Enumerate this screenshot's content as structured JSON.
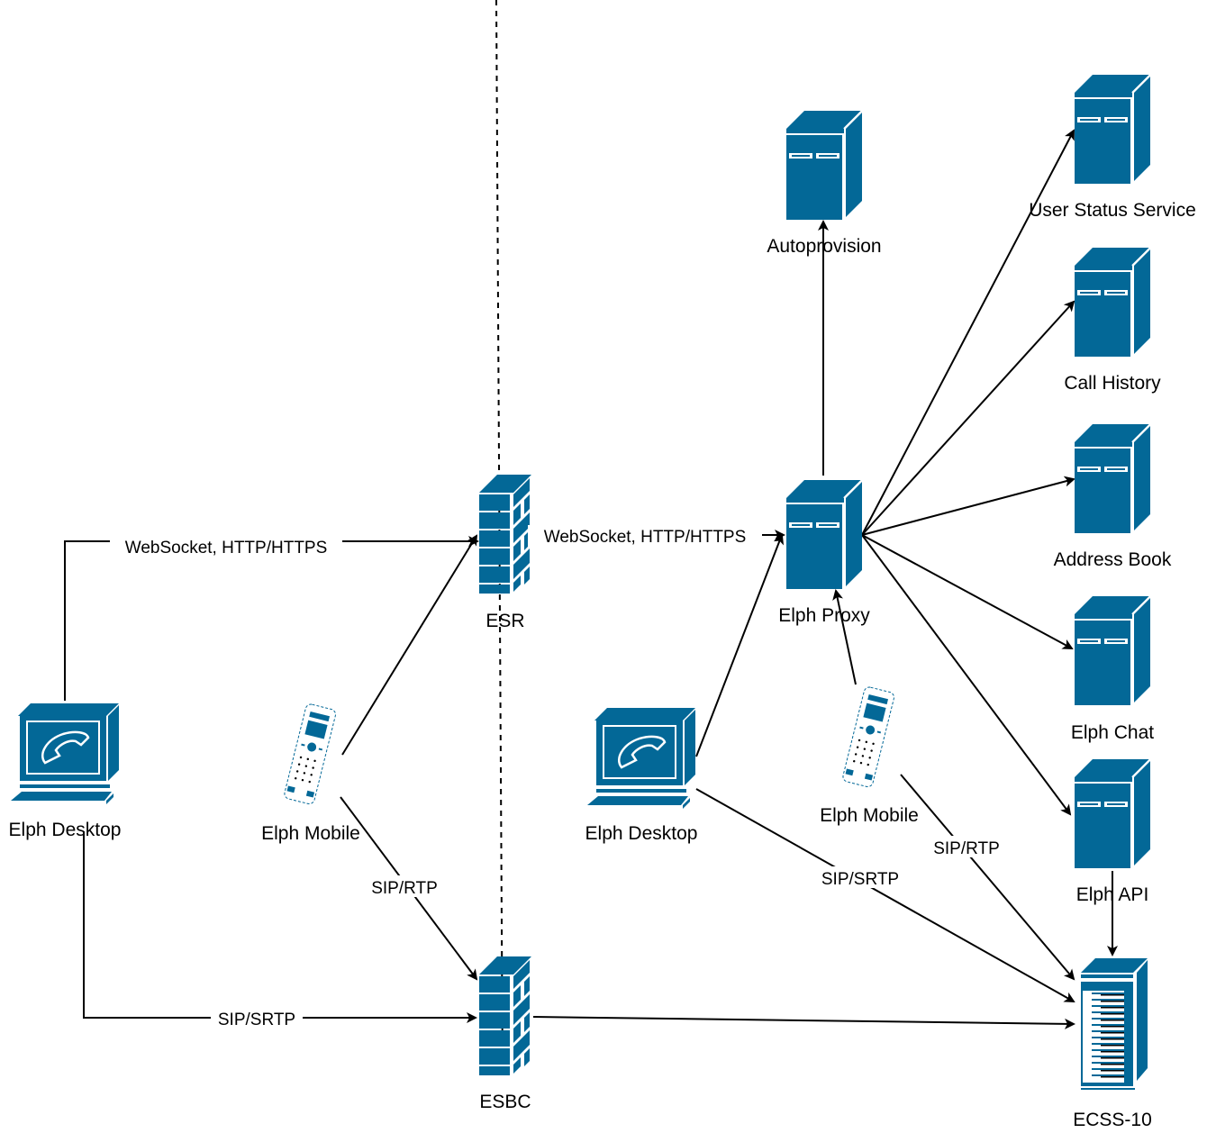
{
  "colors": {
    "icon_fill": "#036897",
    "line": "#000000",
    "background": "#ffffff"
  },
  "nodes": {
    "autoprovision": {
      "label": "Autoprovision",
      "icon": "server-icon"
    },
    "user_status": {
      "label": "User Status Service",
      "icon": "server-icon"
    },
    "call_history": {
      "label": "Call History",
      "icon": "server-icon"
    },
    "address_book": {
      "label": "Address Book",
      "icon": "server-icon"
    },
    "elph_chat": {
      "label": "Elph Chat",
      "icon": "server-icon"
    },
    "elph_api": {
      "label": "Elph API",
      "icon": "server-icon"
    },
    "elph_proxy": {
      "label": "Elph Proxy",
      "icon": "server-icon"
    },
    "esr": {
      "label": "ESR",
      "icon": "firewall-icon"
    },
    "esbc": {
      "label": "ESBC",
      "icon": "firewall-icon"
    },
    "ecss": {
      "label": "ECSS-10",
      "icon": "switch-rack-icon"
    },
    "desktop_left": {
      "label": "Elph Desktop",
      "icon": "ip-softphone-icon"
    },
    "desktop_mid": {
      "label": "Elph Desktop",
      "icon": "ip-softphone-icon"
    },
    "mobile_left": {
      "label": "Elph Mobile",
      "icon": "mobile-phone-icon"
    },
    "mobile_right": {
      "label": "Elph Mobile",
      "icon": "mobile-phone-icon"
    }
  },
  "edges": {
    "desktop_left_esr": {
      "label": "WebSocket, HTTP/HTTPS"
    },
    "esr_proxy": {
      "label": "WebSocket, HTTP/HTTPS"
    },
    "desktop_left_esbc": {
      "label": "SIP/SRTP"
    },
    "mobile_left_esbc": {
      "label": "SIP/RTP"
    },
    "desktop_mid_ecss": {
      "label": "SIP/SRTP"
    },
    "mobile_right_ecss": {
      "label": "SIP/RTP"
    }
  }
}
